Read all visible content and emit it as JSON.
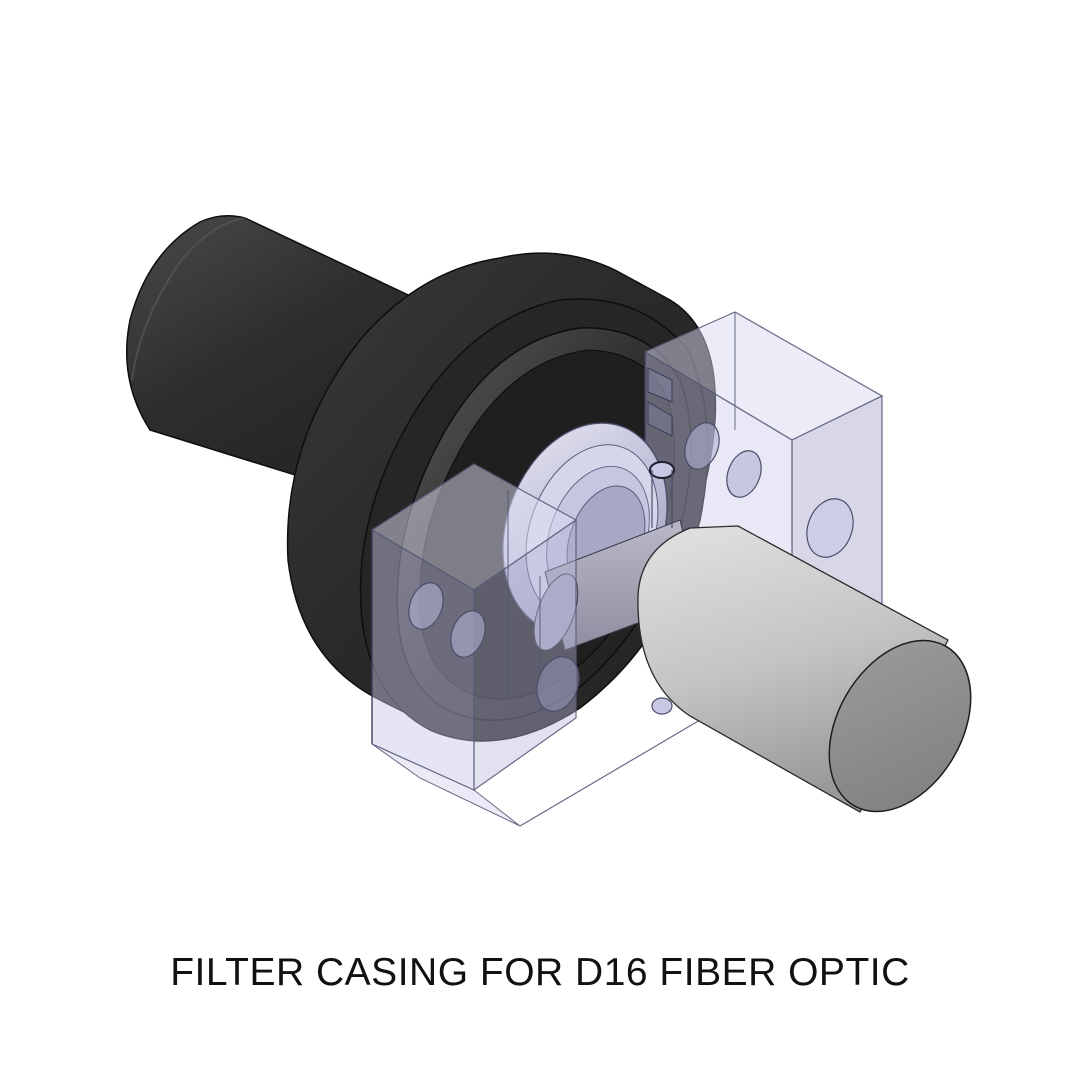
{
  "caption": "FILTER CASING FOR D16 FIBER OPTIC",
  "colors": {
    "background": "#ffffff",
    "dark_body": "#2b2b2b",
    "dark_highlight": "#4a4a4a",
    "transparent_casing": "#c8c8ec",
    "casing_edge": "#6a6a8a",
    "silver_shaft": "#c4c4c4",
    "silver_face": "#8a8a8a",
    "ring": "#b8b8d4",
    "caption_text": "#111111"
  },
  "parts": [
    "dark-rear-cylinder",
    "dark-flange-disk",
    "transparent-casing-back-block",
    "transparent-casing-front-block",
    "filter-retaining-ring",
    "screw-holes",
    "silver-shaft",
    "silver-ferrule"
  ]
}
